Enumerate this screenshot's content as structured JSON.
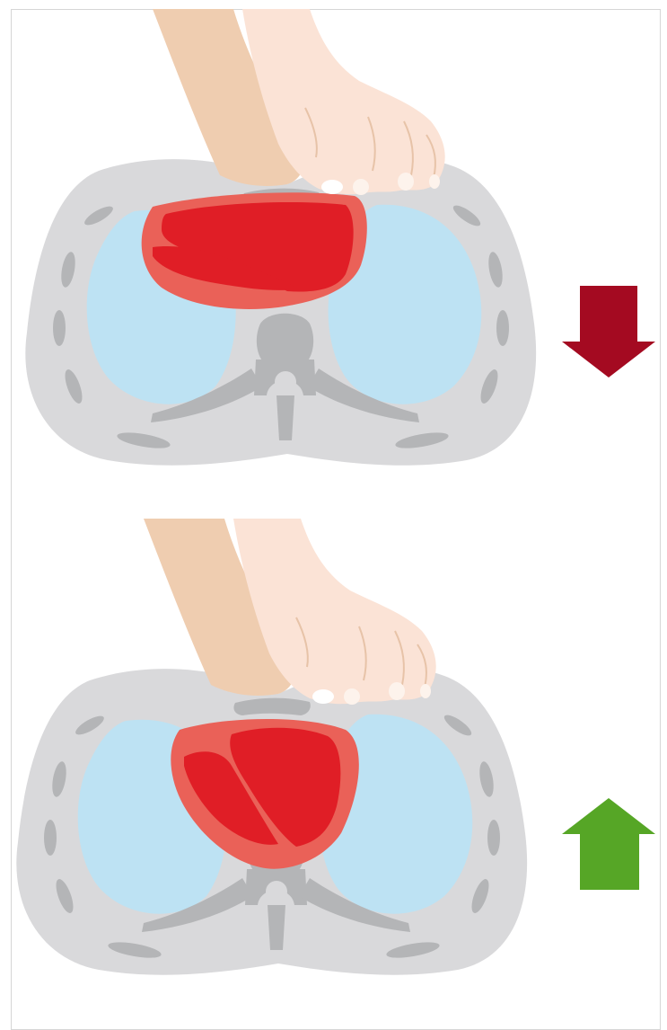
{
  "diagram": {
    "panels": [
      {
        "id": "compression",
        "hand_icon": "hand-pressing-icon",
        "arrow_icon": "arrow-down-icon",
        "arrow_color": "#a40a21",
        "state": "compression"
      },
      {
        "id": "release",
        "hand_icon": "hand-pressing-icon",
        "arrow_icon": "arrow-up-icon",
        "arrow_color": "#56a626",
        "state": "release"
      }
    ],
    "colors": {
      "tissue": "#d9d9db",
      "bone": "#b4b5b7",
      "lung": "#bde2f3",
      "heart_outer": "#ea6158",
      "heart_inner": "#e01e26",
      "skin_light": "#fbe3d6",
      "skin_dark": "#efcdb0"
    }
  }
}
